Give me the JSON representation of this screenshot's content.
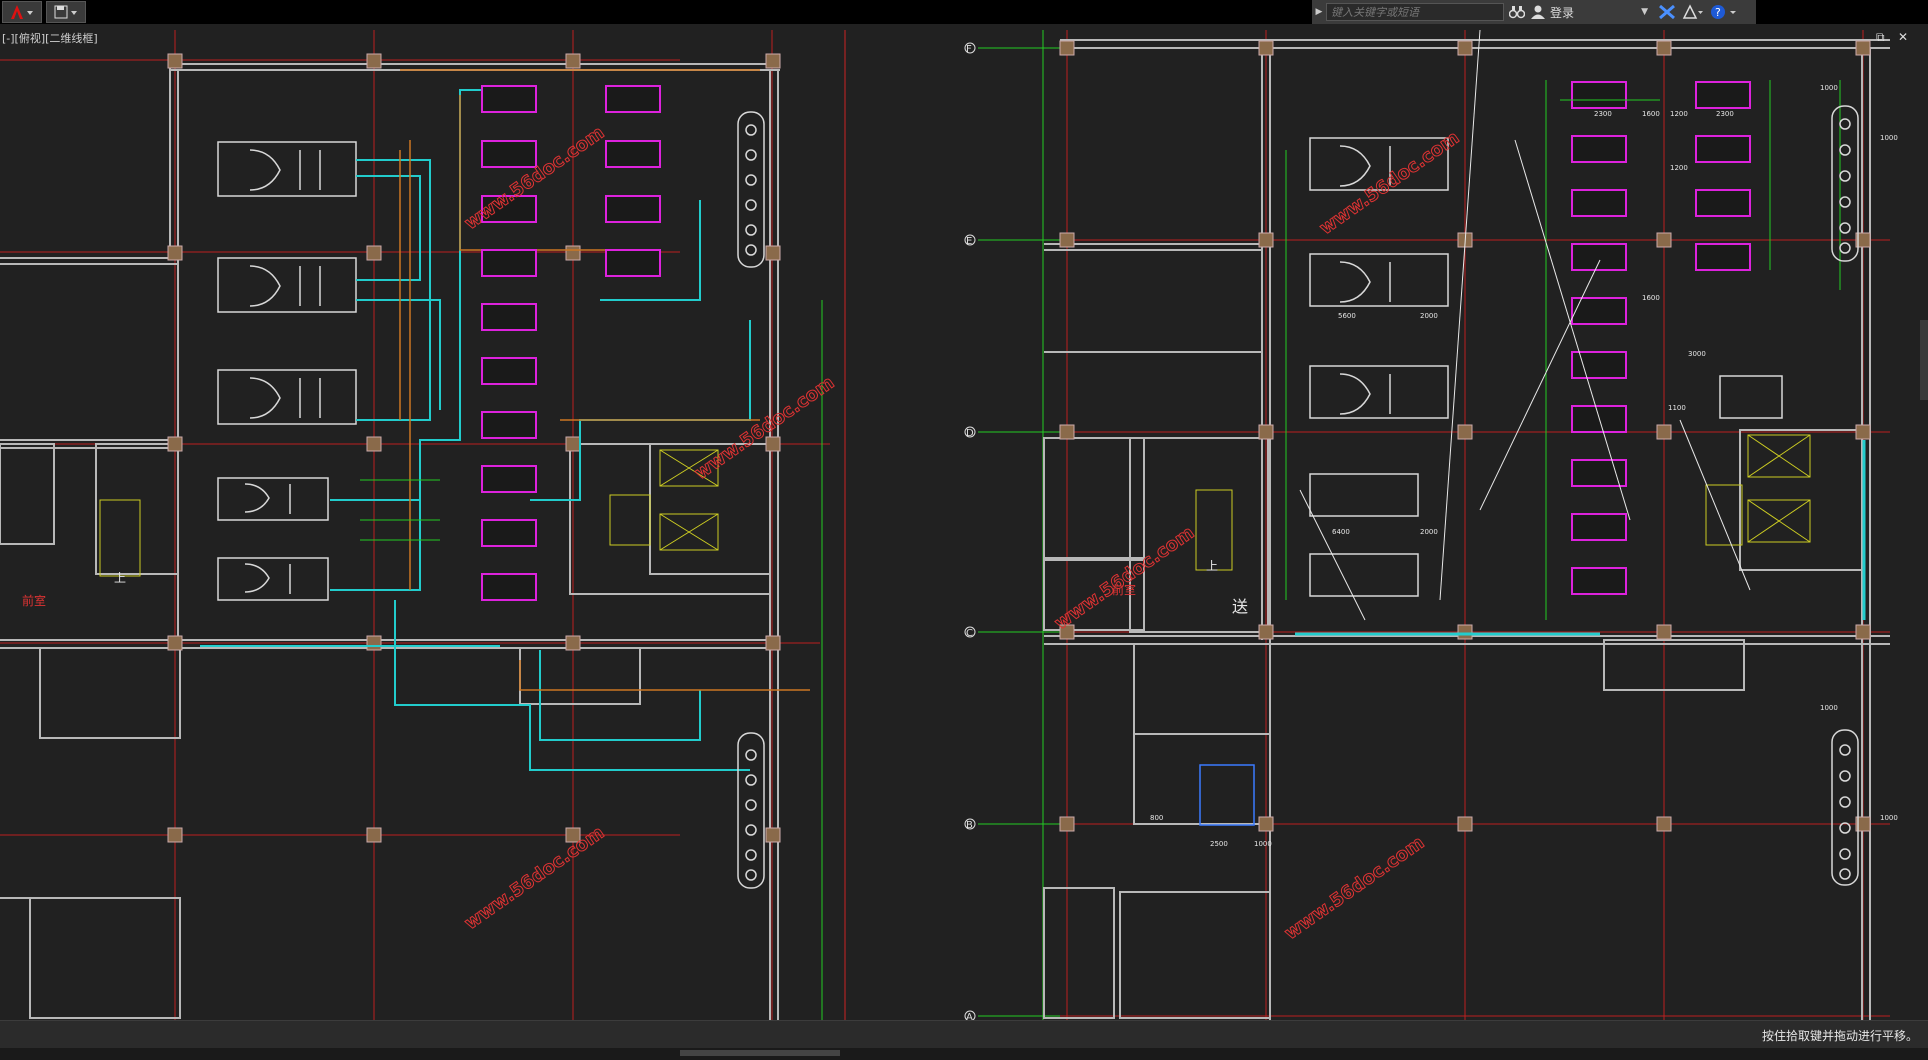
{
  "toolbar": {
    "search_placeholder": "键入关键字或短语",
    "login_label": "登录",
    "view_label": "[-][俯视][二维线框]"
  },
  "status": {
    "command_message": "按住拾取键并拖动进行平移。"
  },
  "drawing": {
    "grid_axes": [
      "F",
      "E",
      "D",
      "C",
      "B",
      "A"
    ],
    "room_labels": [
      "前室",
      "前室",
      "上",
      "上",
      "送"
    ],
    "watermark": "www.56doc.com",
    "dimensions": [
      "2300",
      "1600",
      "1200",
      "2300",
      "1200",
      "1100",
      "5600",
      "2000",
      "6400",
      "2000",
      "3000",
      "1000",
      "1000",
      "800",
      "2500",
      "1000",
      "1000",
      "1000",
      "1600"
    ],
    "colors": {
      "background": "#212121",
      "grid": "#cc2222",
      "axis": "#22cc22",
      "wall": "#c0c0c0",
      "duct": "#22cccc",
      "pipe": "#cc7722",
      "unit": "#dd22dd",
      "watermark": "#dd3333"
    }
  }
}
